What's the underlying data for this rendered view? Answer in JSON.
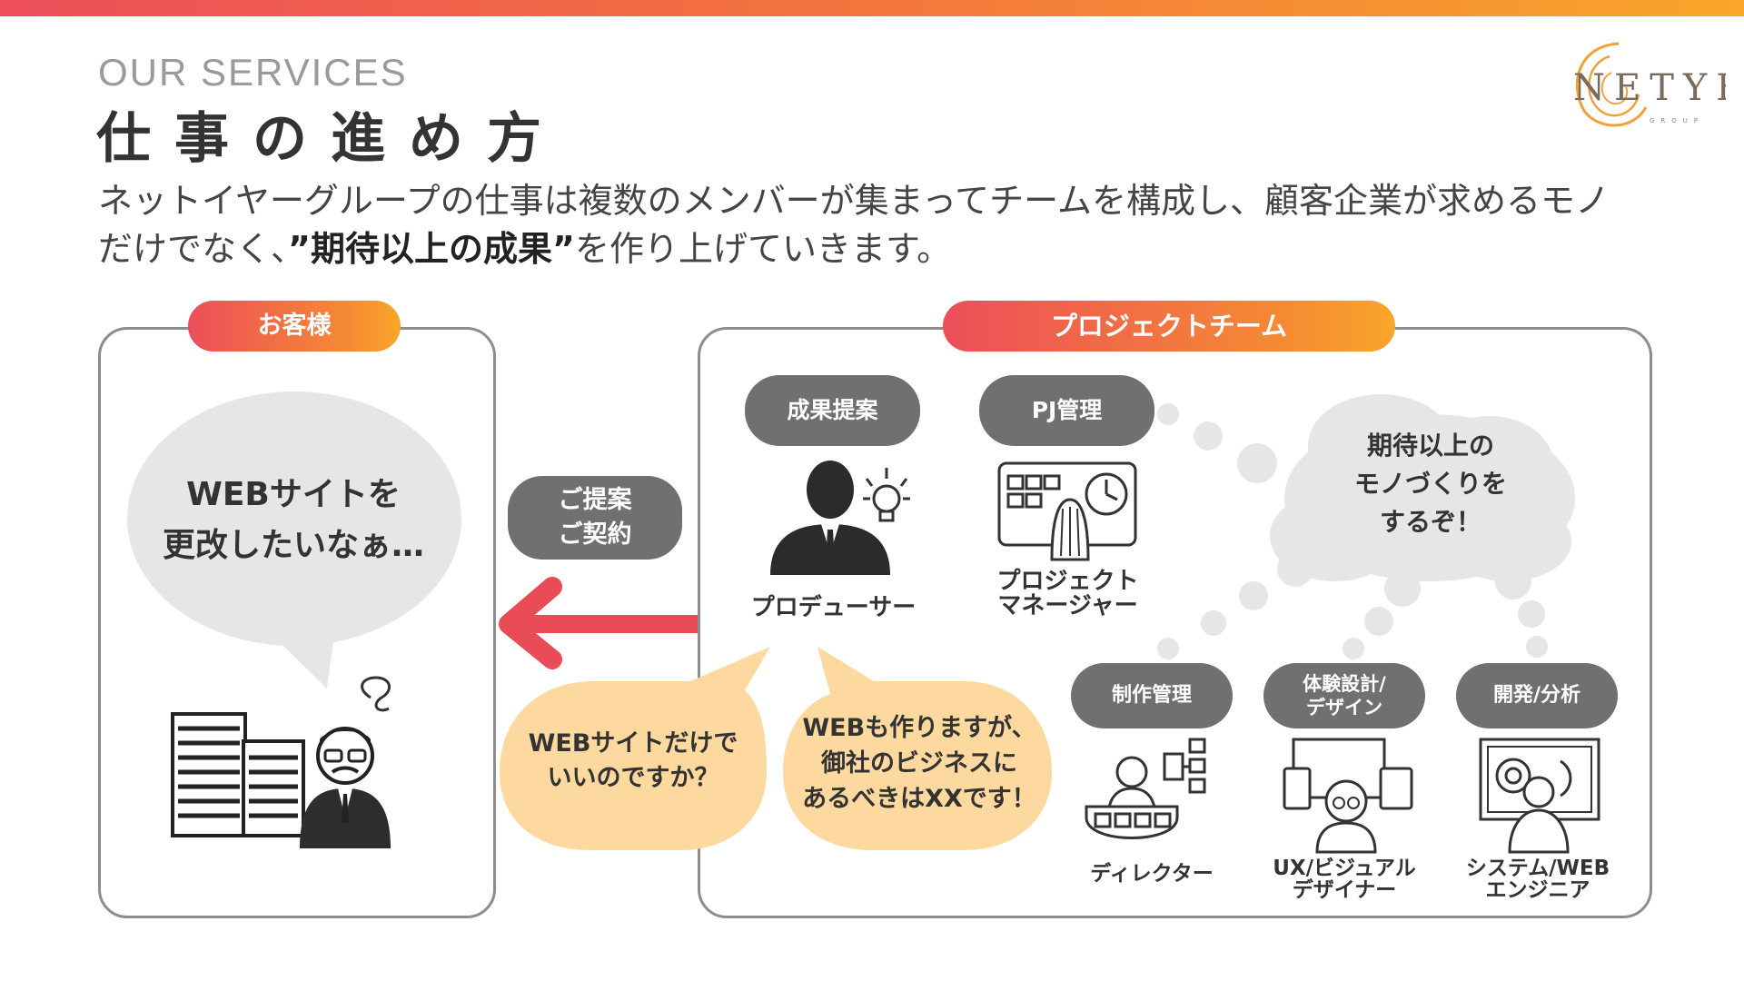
{
  "header": {
    "label_en": "OUR SERVICES",
    "title": "仕事の進め方",
    "desc_line1": "ネットイヤーグループの仕事は複数のメンバーが集まってチームを構成し、顧客企業が求めるモノ",
    "desc_line2_pre": "だけでなく、",
    "desc_line2_bold": "”期待以上の成果”",
    "desc_line2_post": "を作り上げていきます。"
  },
  "logo": {
    "text": "NETYEAR",
    "sub": "GROUP"
  },
  "customer_panel": {
    "pill": "お客様",
    "bubble_line1": "WEBサイトを",
    "bubble_line2": "更改したいなぁ…"
  },
  "proposal_badge": {
    "line1": "ご提案",
    "line2": "ご契約"
  },
  "team_panel": {
    "pill": "プロジェクトチーム",
    "roles": [
      {
        "badge": "成果提案",
        "caption_line1": "プロデューサー",
        "caption_line2": ""
      },
      {
        "badge": "PJ管理",
        "caption_line1": "プロジェクト",
        "caption_line2": "マネージャー"
      },
      {
        "badge": "制作管理",
        "caption_line1": "ディレクター",
        "caption_line2": ""
      },
      {
        "badge_line1": "体験設計/",
        "badge_line2": "デザイン",
        "caption_line1": "UX/ビジュアル",
        "caption_line2": "デザイナー"
      },
      {
        "badge": "開発/分析",
        "caption_line1": "システム/WEB",
        "caption_line2": "エンジニア"
      }
    ],
    "thought_line1": "期待以上の",
    "thought_line2": "モノづくりを",
    "thought_line3": "するぞ！"
  },
  "speech_bubbles": {
    "left_line1": "WEBサイトだけで",
    "left_line2": "いいのですか？",
    "right_line1": "WEBも作りますが、",
    "right_line2": "御社のビジネスに",
    "right_line3": "あるべきはXXです！"
  },
  "colors": {
    "gradient_start": "#ec4e5a",
    "gradient_end": "#f9a62a",
    "arrow": "#e94b57",
    "badge_gray": "#707070",
    "bubble_gray": "#e6e6e6",
    "speech_orange": "#fdd9a0",
    "panel_border": "#8d8d8d"
  }
}
